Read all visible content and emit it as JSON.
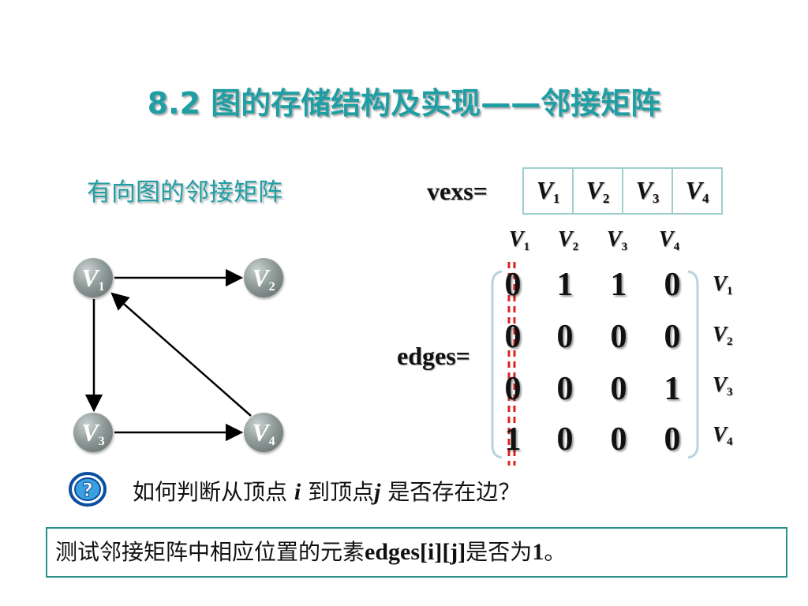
{
  "slide": {
    "title": "8.2 图的存储结构及实现——邻接矩阵",
    "subtitle": "有向图的邻接矩阵"
  },
  "vexs": {
    "label": "vexs=",
    "cells": [
      {
        "v": "V",
        "sub": "1"
      },
      {
        "v": "V",
        "sub": "2"
      },
      {
        "v": "V",
        "sub": "3"
      },
      {
        "v": "V",
        "sub": "4"
      }
    ]
  },
  "edges": {
    "label": "edges=",
    "col_headers": [
      {
        "v": "V",
        "sub": "1"
      },
      {
        "v": "V",
        "sub": "2"
      },
      {
        "v": "V",
        "sub": "3"
      },
      {
        "v": "V",
        "sub": "4"
      }
    ],
    "row_headers": [
      {
        "v": "V",
        "sub": "1"
      },
      {
        "v": "V",
        "sub": "2"
      },
      {
        "v": "V",
        "sub": "3"
      },
      {
        "v": "V",
        "sub": "4"
      }
    ],
    "rows": [
      [
        "0",
        "1",
        "1",
        "0"
      ],
      [
        "0",
        "0",
        "0",
        "0"
      ],
      [
        "0",
        "0",
        "0",
        "1"
      ],
      [
        "1",
        "0",
        "0",
        "0"
      ]
    ],
    "highlight_color": "#e02020"
  },
  "graph": {
    "nodes": [
      {
        "v": "V",
        "sub": "1"
      },
      {
        "v": "V",
        "sub": "2"
      },
      {
        "v": "V",
        "sub": "3"
      },
      {
        "v": "V",
        "sub": "4"
      }
    ],
    "edges": [
      {
        "from": "V1",
        "to": "V2"
      },
      {
        "from": "V1",
        "to": "V3"
      },
      {
        "from": "V3",
        "to": "V4"
      },
      {
        "from": "V4",
        "to": "V1"
      }
    ]
  },
  "question": {
    "icon": "question-icon",
    "prefix": "如何判断从顶点 ",
    "var_i": "i",
    "middle": " 到顶点",
    "var_j": "j",
    "suffix": " 是否存在边？"
  },
  "answer": {
    "prefix": "测试邻接矩阵中相应位置的元素",
    "code": "edges[i][j]",
    "middle": "是否为",
    "value": "1",
    "suffix": "。"
  },
  "colors": {
    "title": "#1f9ea3",
    "table_border": "#9fcfce",
    "answer_border": "#2a8f8c",
    "node_fill": "#8f9b99"
  }
}
